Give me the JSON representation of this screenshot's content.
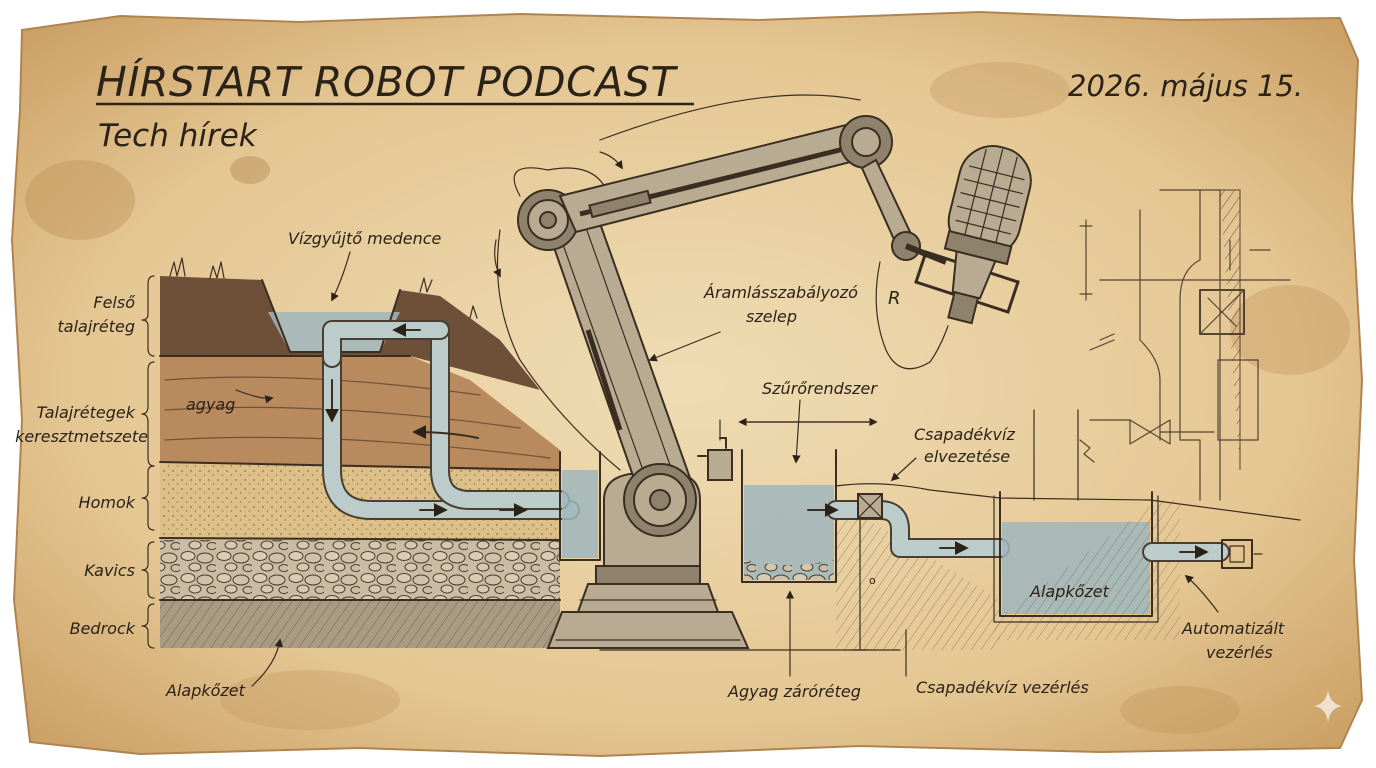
{
  "header": {
    "title": "HÍRSTART ROBOT PODCAST",
    "subtitle": "Tech hírek",
    "date": "2026. május 15."
  },
  "layers": {
    "top_soil": "Felső talajréteg",
    "top_soil_line1": "Felső",
    "top_soil_line2": "talajréteg",
    "cross_section_line1": "Talajrétegek",
    "cross_section_line2": "keresztmetszete",
    "clay": "agyag",
    "sand": "Homok",
    "gravel": "Kavics",
    "bedrock": "Bedrock",
    "base_rock": "Alapkőzet"
  },
  "annotations": {
    "catchment": "Vízgyűjtő medence",
    "valve_line1": "Áramlásszabályozó",
    "valve_line2": "szelep",
    "filter": "Szűrőrendszer",
    "drain_line1": "Csapadékvíz",
    "drain_line2": "elvezetése",
    "tank_label": "Alapkőzet",
    "auto_line1": "Automatizált",
    "auto_line2": "vezérlés",
    "clay_seal": "Agyag záróréteg",
    "storm_control": "Csapadékvíz  vezérlés",
    "r_mark": "R"
  },
  "colors": {
    "paper": "#e8cfa0",
    "paper_edge": "#c99d62",
    "ink": "#2b2218",
    "water": "#9fb6bc",
    "clay": "#b98a5e",
    "topsoil": "#6e5038",
    "sand": "#dcc088",
    "gravel": "#c9bca2",
    "bedrock": "#a99a82"
  },
  "icons": {
    "microphone": "microphone-icon",
    "robot_arm": "robot-arm-icon",
    "sparkle": "sparkle-icon"
  }
}
